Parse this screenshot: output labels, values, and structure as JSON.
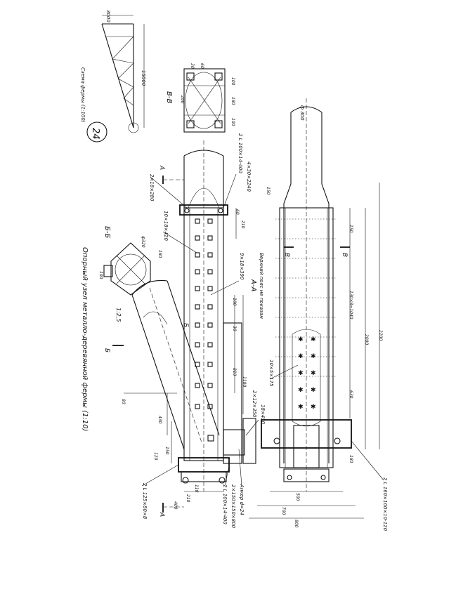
{
  "sheet": {
    "number": "24",
    "title": "Опорный узел металло-деревянной фермы (1:10)",
    "scheme_title": "Схема фермы (1:100)",
    "scheme_span": "15000",
    "scheme_height": "3000"
  },
  "sections": {
    "aa": "А-А",
    "aa_note": "Верхний пояс не показан",
    "bb": "Б-Б",
    "vv": "В-В",
    "cut_a": "А",
    "cut_b": "Б",
    "cut_v": "В",
    "slope": "1:2,5"
  },
  "callouts": {
    "angle_125": "2 L 125×80×8",
    "angle_100_400": "2 L 100×14-400",
    "plates_150": "2×150×150×800",
    "anchor": "Анкер d=24",
    "plate_12_350": "2×12×350",
    "plate_18_450": "18×450",
    "angle_160": "2 L 160×100×10-120",
    "angle_100_top": "2 L 100×14-400",
    "bolts_2_18": "2×18×280",
    "bolts_10_18": "10×18×420",
    "bolts_9_18": "9×18×390",
    "bolts_4_30": "4×30×2240",
    "bolts_10_5": "10×5×175",
    "diam_300": "ф 300",
    "diam_320": "ф320"
  },
  "dims": {
    "d400": "400",
    "d210": "210",
    "d110": "110",
    "d120": "120",
    "d150": "150",
    "d430": "430",
    "d80": "80",
    "d60": "60",
    "d100": "100",
    "d30": "30",
    "d810": "810",
    "d1100": "1100",
    "d2000": "2000",
    "d2200": "2200",
    "d630": "630",
    "d130x8": "130×8=1040",
    "d180": "180",
    "d500": "500",
    "d700": "700",
    "d800": "800",
    "d280": "280",
    "d30b": "30",
    "d60b": "60",
    "d100b": "100",
    "d180b": "180",
    "d100c": "100"
  }
}
